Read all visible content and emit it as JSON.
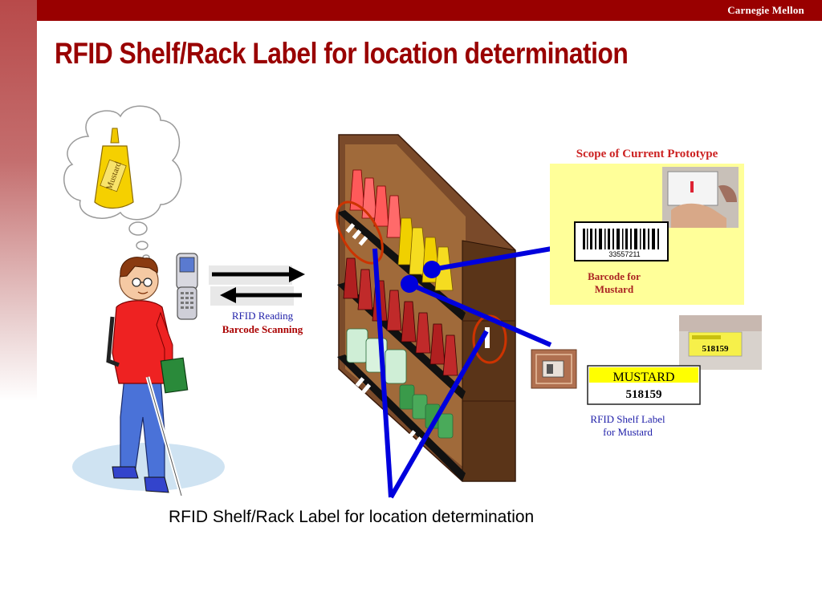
{
  "header": {
    "brand": "Carnegie Mellon"
  },
  "slide": {
    "title": "RFID Shelf/Rack Label for location determination",
    "caption": "RFID Shelf/Rack Label for location determination"
  },
  "diagram": {
    "thought_bubble_item": "Mustard",
    "phone_labels": [
      "RFID Reading",
      "Barcode Scanning"
    ],
    "prototype_title": "Scope of Current Prototype",
    "barcode_number": "33557211",
    "barcode_caption": [
      "Barcode for",
      "Mustard"
    ],
    "shelf_tag_photo_number": "518159",
    "shelf_label_name": "MUSTARD",
    "shelf_label_number": "518159",
    "rfid_caption": [
      "RFID Shelf Label",
      "for Mustard"
    ]
  },
  "colors": {
    "brand_red": "#990000",
    "pointer_blue": "#0000dd",
    "highlight_oval": "#cc3300",
    "prototype_panel": "#ffff99",
    "label_yellow": "#ffff00",
    "caption_blue": "#2222aa",
    "shelf_wood": "#7a4a2a"
  }
}
